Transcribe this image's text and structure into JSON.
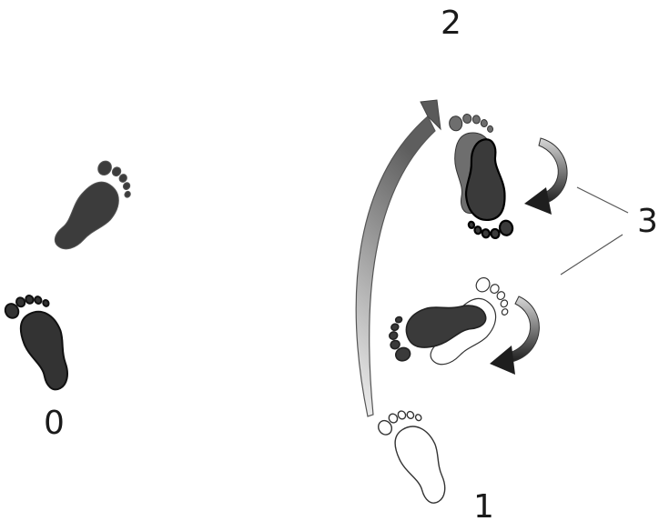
{
  "labels": {
    "step0": "0",
    "step1": "1",
    "step2": "2",
    "step3": "3"
  },
  "colors": {
    "dark_foot": "#3a3a3a",
    "mid_foot": "#6e6e6e",
    "outline": "#222222",
    "white_foot": "#ffffff",
    "arc_light": "#e8e8e8",
    "arc_dark": "#6a6a6a"
  }
}
